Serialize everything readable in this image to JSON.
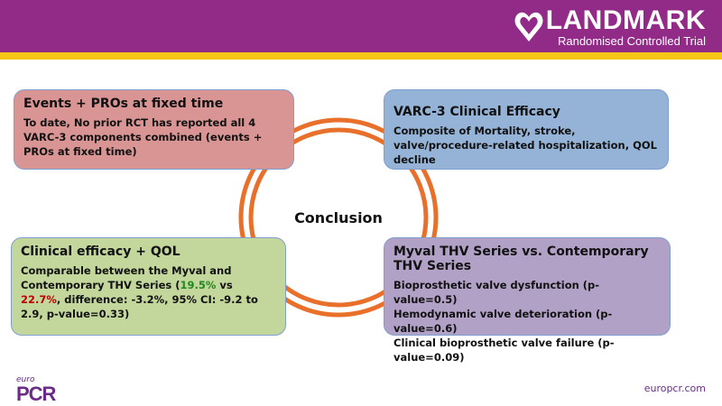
{
  "header": {
    "logo_title": "LANDMARK",
    "logo_subtitle": "Randomised Controlled Trial"
  },
  "center": {
    "label": "Conclusion"
  },
  "boxes": [
    {
      "title": "Events + PROs at fixed time",
      "body": "To date, No prior RCT has reported all 4 VARC-3 components combined (events + PROs at fixed time)"
    },
    {
      "title": "VARC-3 Clinical Efficacy",
      "body": "Composite of Mortality, stroke, valve/procedure-related hospitalization, QOL decline"
    },
    {
      "title": "Clinical efficacy + QOL",
      "body_pre": "Comparable between the Myval and Contemporary THV Series (",
      "value1": "19.5%",
      "mid": " vs ",
      "value2": "22.7%",
      "body_post": ", difference: -3.2%, 95% CI: -9.2 to 2.9, p-value=0.33)"
    },
    {
      "title": "Myval THV Series vs. Contemporary THV Series",
      "lines": [
        "Bioprosthetic valve dysfunction (p-value=0.5)",
        "Hemodynamic valve deterioration (p-value=0.6)",
        "Clinical bioprosthetic valve failure (p-value=0.09)"
      ]
    }
  ],
  "footer": {
    "brand_small": "euro",
    "brand_large": "PCR",
    "url": "europcr.com"
  },
  "colors": {
    "header": "#922a87",
    "stripe": "#f5c518",
    "ring": "#e8702a"
  }
}
